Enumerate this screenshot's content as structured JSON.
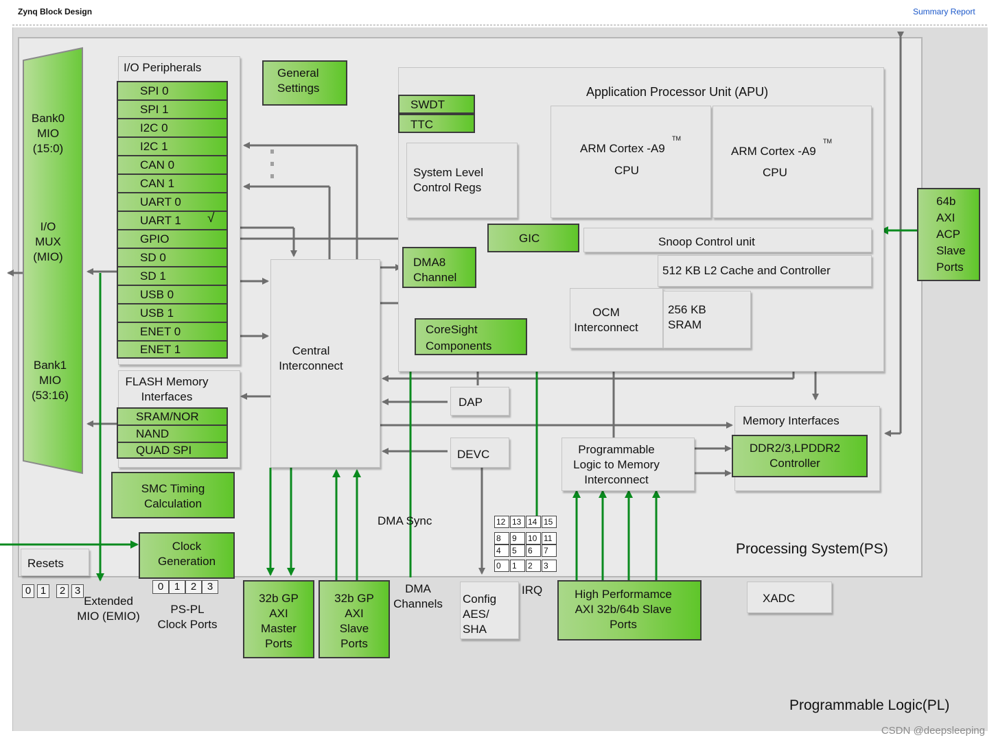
{
  "header": {
    "title": "Zynq Block Design",
    "summary_link": "Summary Report"
  },
  "regions": {
    "pl": "Programmable Logic(PL)",
    "ps": "Processing System(PS)"
  },
  "mio": {
    "bank0": [
      "Bank0",
      "MIO",
      "(15:0)"
    ],
    "mux": [
      "I/O",
      "MUX",
      "(MIO)"
    ],
    "bank1": [
      "Bank1",
      "MIO",
      "(53:16)"
    ]
  },
  "io_peripherals": {
    "title": "I/O Peripherals",
    "items": [
      "SPI 0",
      "SPI 1",
      "I2C 0",
      "I2C 1",
      "CAN 0",
      "CAN 1",
      "UART 0",
      "UART 1",
      "GPIO",
      "SD 0",
      "SD 1",
      "USB 0",
      "USB 1",
      "ENET 0",
      "ENET 1"
    ],
    "check_mark": "√"
  },
  "flash": {
    "title": [
      "FLASH Memory",
      "Interfaces"
    ],
    "items": [
      "SRAM/NOR",
      "NAND",
      "QUAD SPI"
    ]
  },
  "smc": [
    "SMC Timing",
    "Calculation"
  ],
  "clock_gen": [
    "Clock",
    "Generation"
  ],
  "resets": "Resets",
  "general_settings": [
    "General",
    "Settings"
  ],
  "apu": {
    "title": "Application Processor Unit (APU)",
    "cpu_name": "ARM Cortex -A9",
    "tm": "TM",
    "cpu_label": "CPU",
    "swdt": "SWDT",
    "ttc": "TTC",
    "slcr": [
      "System Level",
      "Control Regs"
    ],
    "gic": "GIC",
    "scu": "Snoop Control unit",
    "l2": "512 KB L2 Cache and Controller",
    "ocm": [
      "OCM",
      "Interconnect"
    ],
    "sram": [
      "256 KB",
      "SRAM"
    ]
  },
  "acp": [
    "64b",
    "AXI",
    "ACP",
    "Slave",
    "Ports"
  ],
  "dma8": [
    "DMA8",
    "Channel"
  ],
  "central": [
    "Central",
    "Interconnect"
  ],
  "coresight": [
    "CoreSight",
    "Components"
  ],
  "dap": "DAP",
  "devc": "DEVC",
  "pl_mem": [
    "Programmable",
    "Logic to Memory",
    "Interconnect"
  ],
  "mem_if": {
    "title": "Memory Interfaces",
    "ddr": [
      "DDR2/3,LPDDR2",
      "Controller"
    ]
  },
  "labels": {
    "dma_sync": "DMA Sync",
    "dma_channels": [
      "DMA",
      "Channels"
    ],
    "irq": "IRQ",
    "emio": [
      "Extended",
      "MIO (EMIO)"
    ],
    "pspl_clock": [
      "PS-PL",
      "Clock Ports"
    ],
    "config": [
      "Config",
      "AES/",
      "SHA"
    ],
    "xadc": "XADC"
  },
  "gp_master": [
    "32b GP",
    "AXI",
    "Master",
    "Ports"
  ],
  "gp_slave": [
    "32b GP",
    "AXI",
    "Slave",
    "Ports"
  ],
  "hp": [
    "High Performamce",
    "AXI 32b/64b Slave",
    "Ports"
  ],
  "irq_grid": [
    [
      "12",
      "13",
      "14",
      "15"
    ],
    [
      "8",
      "9",
      "10",
      "11"
    ],
    [
      "4",
      "5",
      "6",
      "7"
    ],
    [
      "0",
      "1",
      "2",
      "3"
    ]
  ],
  "reset_ports": [
    "0",
    "1",
    "2",
    "3"
  ],
  "clock_ports": [
    "0",
    "1",
    "2",
    "3"
  ],
  "watermark": "CSDN @deepsleeping",
  "colors": {
    "arrow_green": "#0a8a1e",
    "arrow_gray": "#6e6e6e",
    "block_green": "#8fd060",
    "link_blue": "#1a57c9"
  }
}
